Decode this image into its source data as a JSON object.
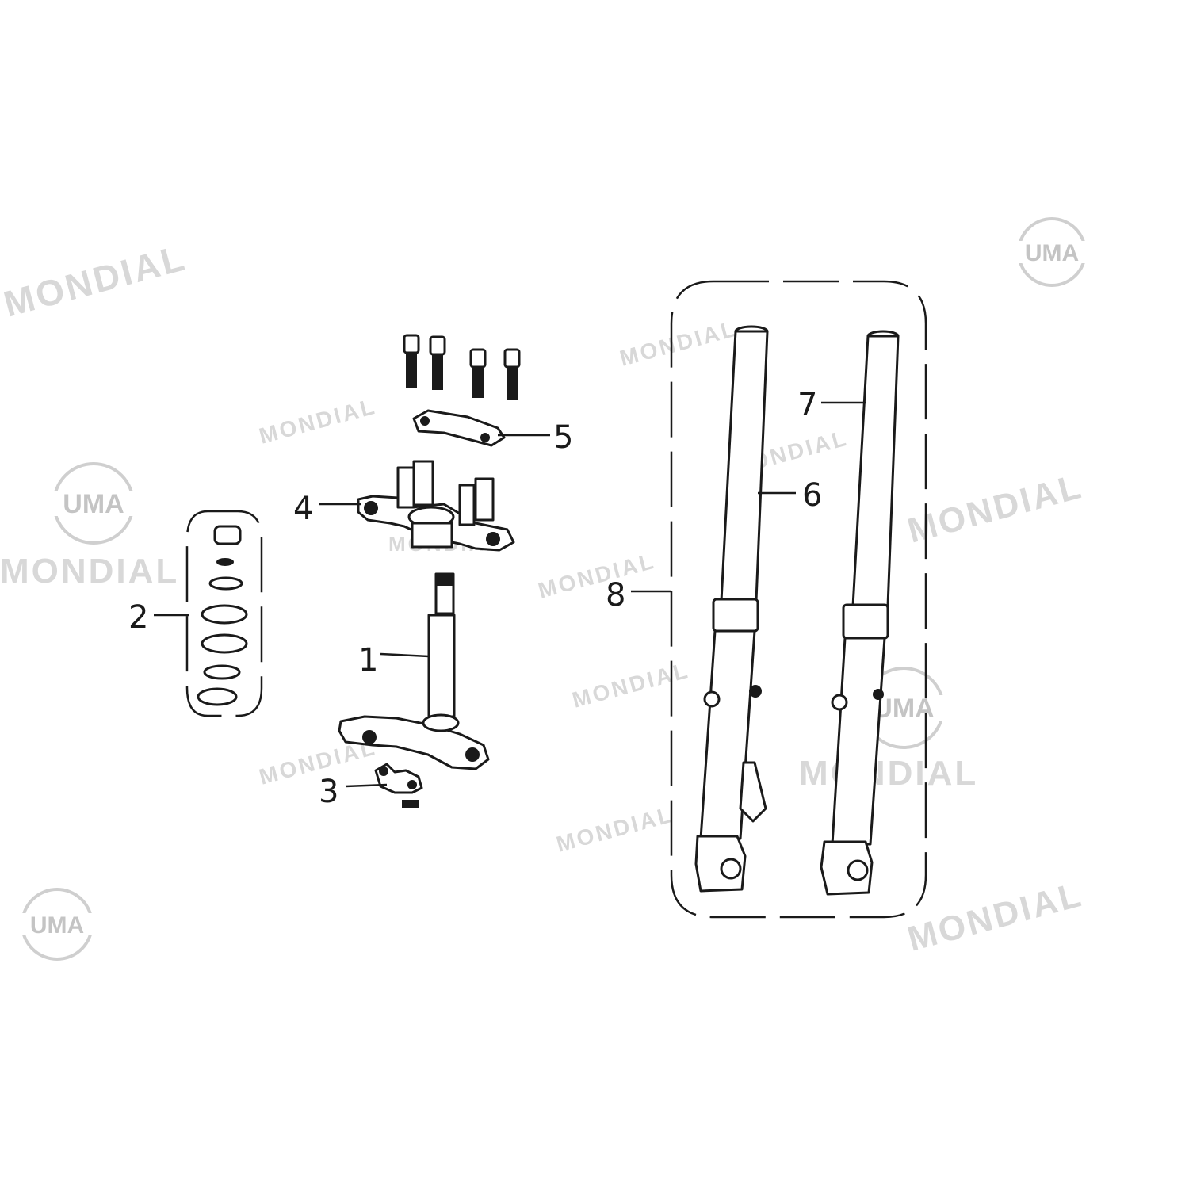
{
  "diagram": {
    "callouts": [
      {
        "id": "1",
        "label": "1"
      },
      {
        "id": "2",
        "label": "2"
      },
      {
        "id": "3",
        "label": "3"
      },
      {
        "id": "4",
        "label": "4"
      },
      {
        "id": "5",
        "label": "5"
      },
      {
        "id": "6",
        "label": "6"
      },
      {
        "id": "7",
        "label": "7"
      },
      {
        "id": "8",
        "label": "8"
      }
    ],
    "watermark": "MONDIAL",
    "logo": "UMA"
  },
  "colors": {
    "line": "#1a1a1a",
    "watermark": "#d8d8d8",
    "logo": "#c4c4c4",
    "background": "#ffffff"
  }
}
